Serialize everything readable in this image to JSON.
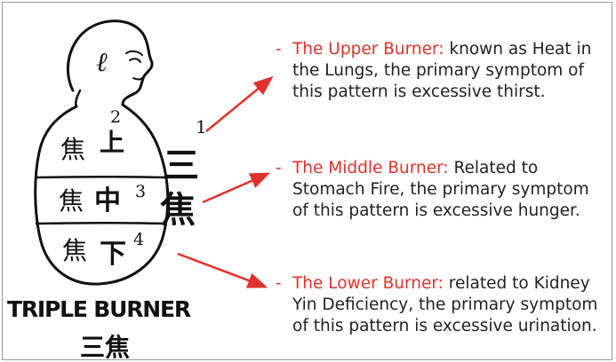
{
  "figure": {
    "head_glyph": "ℓ",
    "body_labels": {
      "upper_left": "焦",
      "upper_right": "上",
      "middle_left": "焦",
      "middle_right": "中",
      "lower_left": "焦",
      "lower_right": "下"
    },
    "region_numbers": [
      "1",
      "2",
      "3",
      "4"
    ],
    "side_label_top": "三",
    "side_label_bottom": "焦",
    "caption_english": "TRIPLE BURNER",
    "caption_chinese": "三焦"
  },
  "notes": [
    {
      "dash": "-",
      "heading": "The Upper Burner:",
      "text": "known as Heat in the Lungs, the primary symptom of this pattern is excessive thirst."
    },
    {
      "dash": "-",
      "heading": "The Middle Burner:",
      "text": "Related to Stomach Fire, the primary symptom of this pattern is excessive hunger."
    },
    {
      "dash": "-",
      "heading": "The Lower Burner:",
      "text": "related to Kidney Yin Deficiency, the primary symptom of this pattern is excessive urination."
    }
  ],
  "colors": {
    "accent": "#e3322b",
    "text": "#222222",
    "outline": "#111111",
    "frame": "#9a9a9a"
  }
}
